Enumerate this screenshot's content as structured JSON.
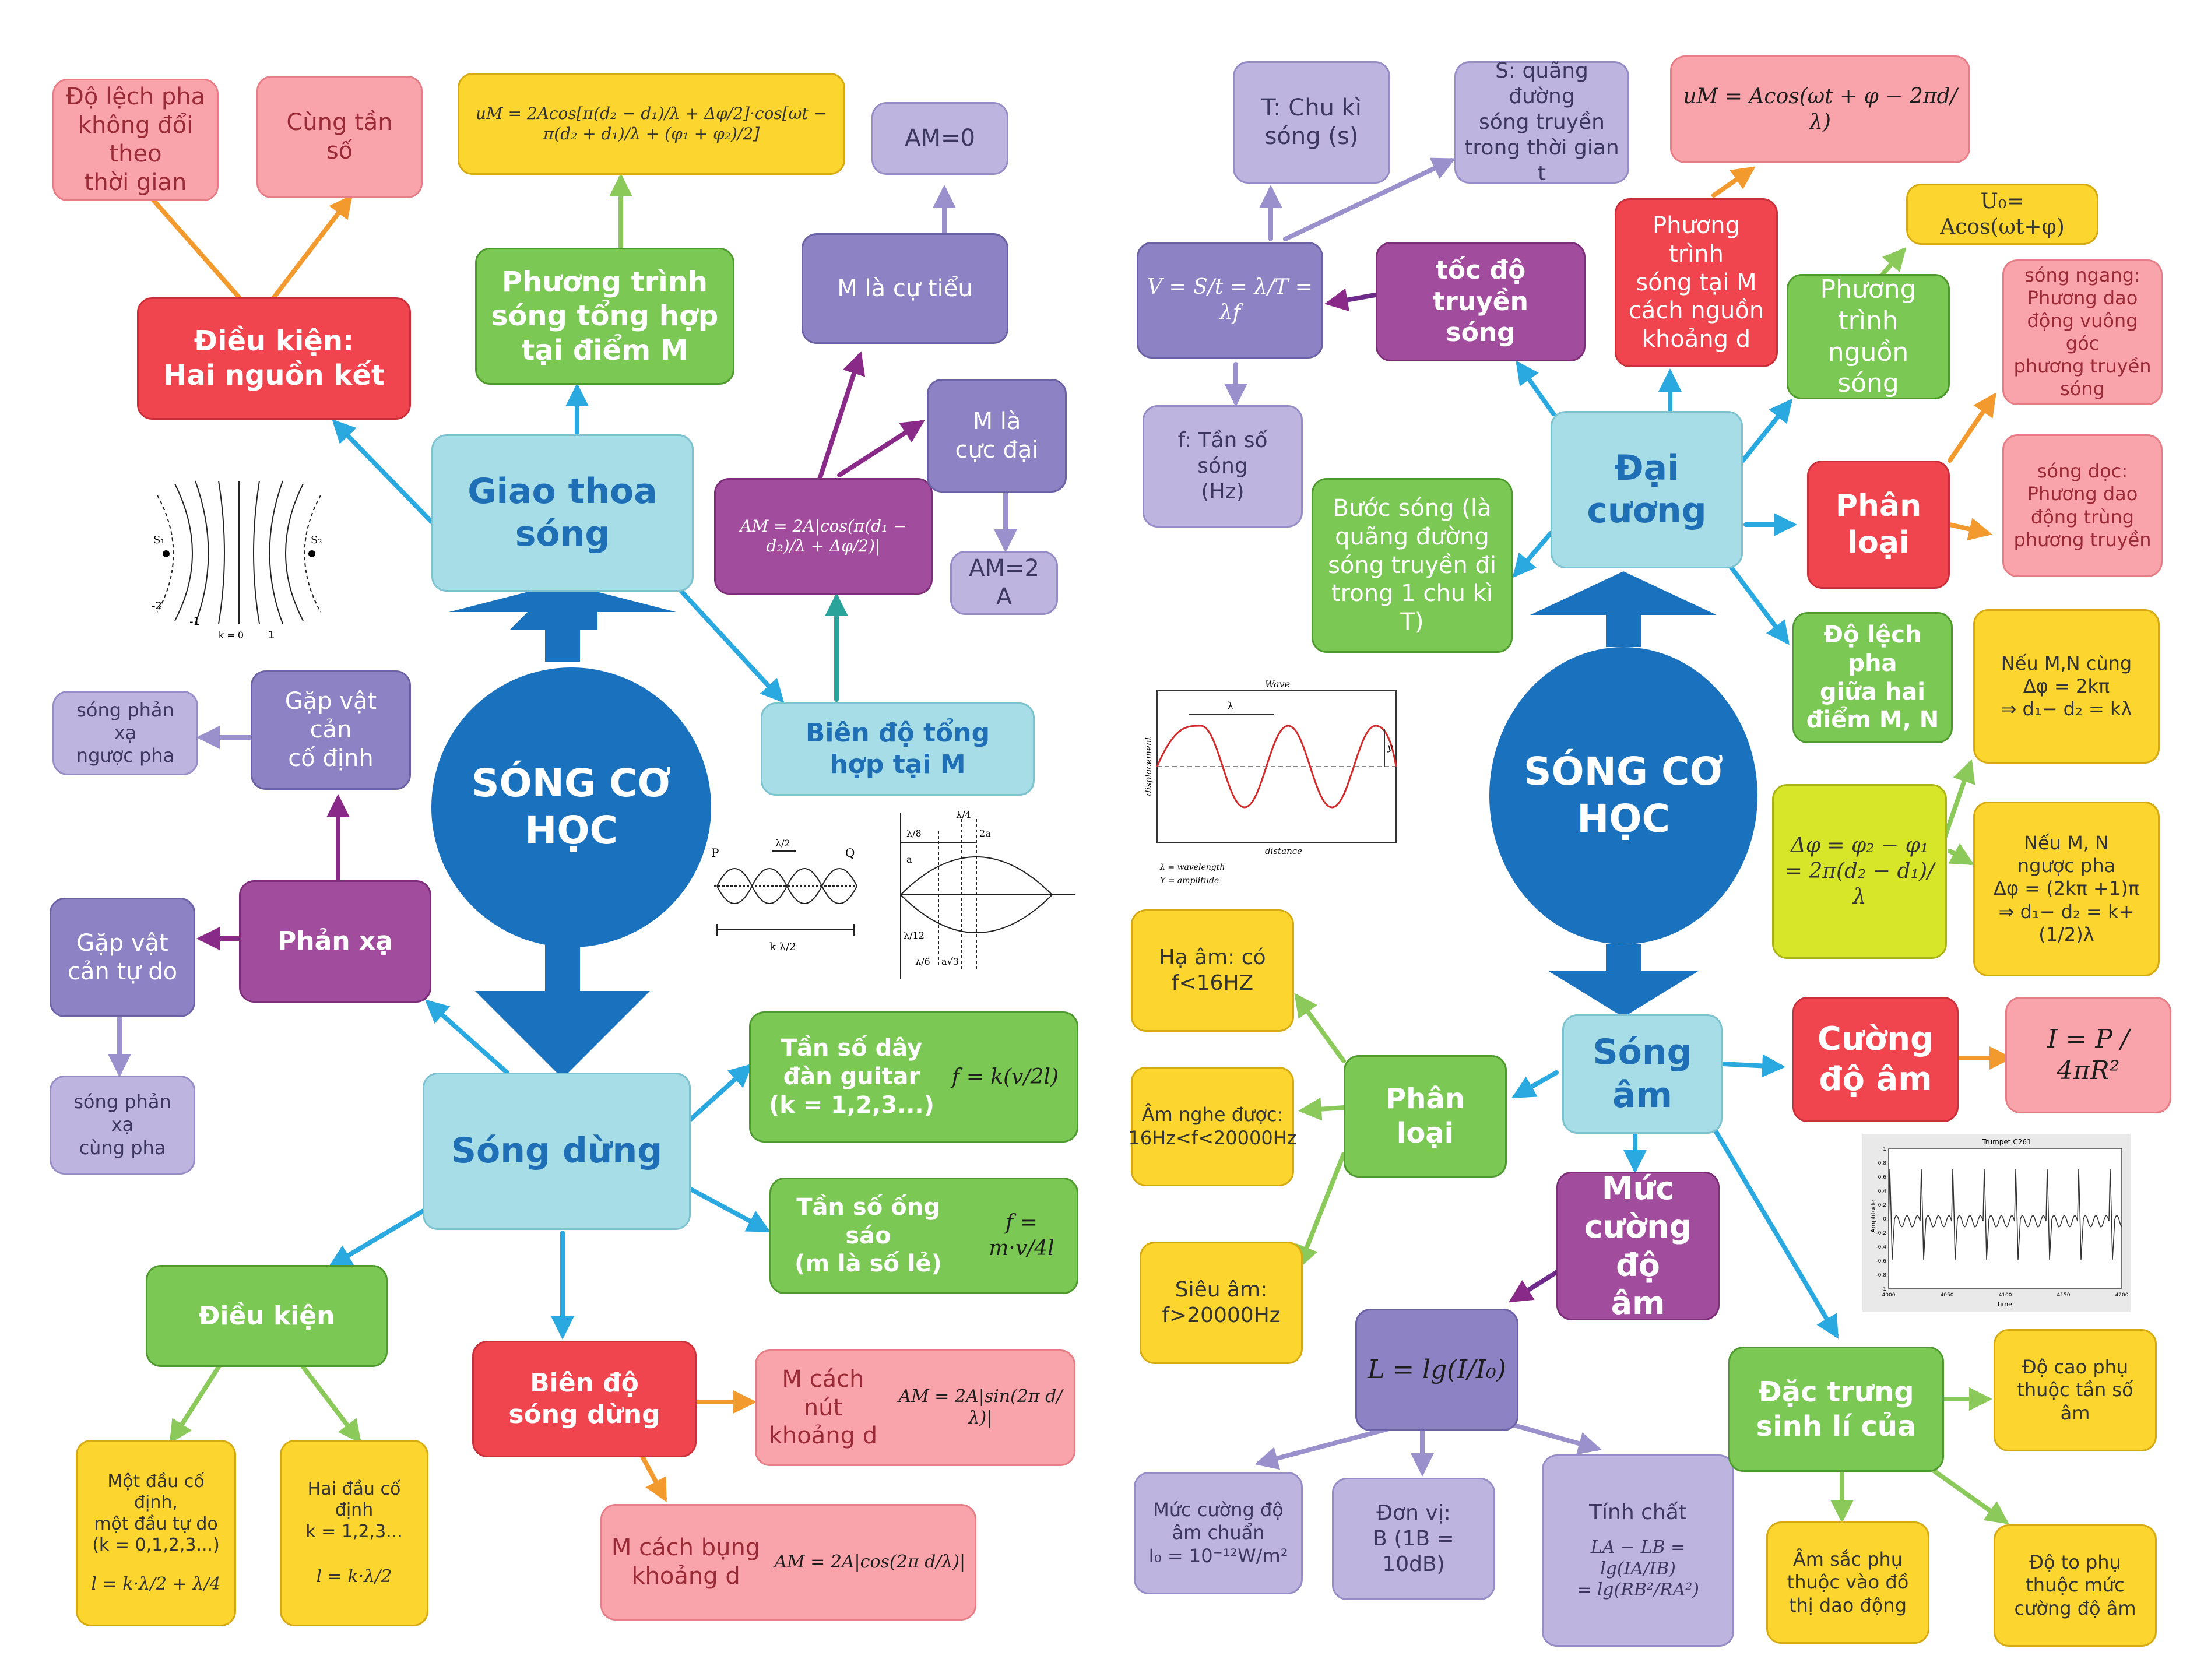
{
  "center_left": {
    "label": "SÓNG CƠ\nHỌC"
  },
  "center_right": {
    "label": "SÓNG CƠ\nHỌC"
  },
  "left": {
    "giao_thoa": {
      "label": "Giao thoa\nsóng"
    },
    "dieu_kien_hai_nguon": {
      "label": "Điều kiện:\nHai nguồn kết"
    },
    "do_lech_pha": {
      "label": "Độ lệch pha\nkhông đổi theo\nthời gian"
    },
    "cung_tan_so": {
      "label": "Cùng tần\nsố"
    },
    "phuong_trinh_tong_hop": {
      "label": "Phương trình\nsóng tổng hợp\ntại điểm M"
    },
    "formula_uM": {
      "label": "uM = 2Acos[π(d₂ − d₁)/λ + Δφ/2]·cos[ωt − π(d₂ + d₁)/λ + (φ₁ + φ₂)/2]"
    },
    "bien_do_tong_hop": {
      "label": "Biên độ tổng\nhợp tại M"
    },
    "formula_AM": {
      "label": "AM = 2A|cos(π(d₁ − d₂)/λ + Δφ/2)|"
    },
    "cuc_tieu": {
      "label": "M là cự tiểu"
    },
    "am_zero": {
      "label": "AM=0"
    },
    "cuc_dai": {
      "label": "M là\ncực đại"
    },
    "am_2a": {
      "label": "AM=2 A"
    },
    "phan_xa": {
      "label": "Phản xạ"
    },
    "vat_can_co_dinh": {
      "label": "Gặp vật cản\ncố định"
    },
    "nguoc_pha": {
      "label": "sóng phản xạ\nngược pha"
    },
    "vat_can_tu_do": {
      "label": "Gặp vật\ncản tự do"
    },
    "cung_pha": {
      "label": "sóng phản xạ\ncùng pha"
    },
    "song_dung": {
      "label": "Sóng dừng"
    },
    "tan_so_day": {
      "label": "Tần số dây\nđàn guitar\n(k = 1,2,3...)",
      "formula": "f = k(v/2l)"
    },
    "tan_so_ong": {
      "label": "Tần số ống sáo\n(m là số lẻ)",
      "formula": "f = m·v/4l"
    },
    "dieu_kien": {
      "label": "Điều kiện"
    },
    "mot_dau": {
      "label": "Một đầu cố định,\nmột đầu tự do\n(k = 0,1,2,3...)",
      "formula": "l = k·λ/2 + λ/4"
    },
    "hai_dau": {
      "label": "Hai đầu cố định\nk = 1,2,3...",
      "formula": "l = k·λ/2"
    },
    "bien_do_song_dung": {
      "label": "Biên độ\nsóng dừng"
    },
    "cach_nut": {
      "label": "M cách nút\nkhoảng d",
      "formula": "AM = 2A|sin(2π d/λ)|"
    },
    "cach_bung": {
      "label": "M cách bụng\nkhoảng d",
      "formula": "AM = 2A|cos(2π d/λ)|"
    }
  },
  "right": {
    "dai_cuong": {
      "label": "Đại\ncương"
    },
    "toc_do": {
      "label": "tốc độ truyền\nsóng"
    },
    "formula_v": {
      "label": "V = S/t = λ/T = λf"
    },
    "chu_ki": {
      "label": "T: Chu kì\nsóng (s)"
    },
    "quang_duong": {
      "label": "S: quãng đường\nsóng truyền\ntrong thời gian t"
    },
    "tan_so": {
      "label": "f: Tần số sóng\n(Hz)"
    },
    "buoc_song": {
      "label": "Bước sóng (là\nquãng đường\nsóng truyền đi\ntrong 1 chu kì T)"
    },
    "pt_tai_M": {
      "label": "Phương trình\nsóng tại M\ncách nguồn\nkhoảng d"
    },
    "formula_uM": {
      "label": "uM = Acos(ωt + φ − 2πd/λ)"
    },
    "pt_nguon": {
      "label": "Phương trình\nnguồn sóng"
    },
    "formula_u0": {
      "label": "U₀= Acos(ωt+φ)"
    },
    "phan_loai": {
      "label": "Phân loại"
    },
    "song_ngang": {
      "label": "sóng ngang:\nPhương dao\nđộng vuông góc\nphương truyền\nsóng"
    },
    "song_doc": {
      "label": "sóng dọc:\nPhương dao\nđộng trùng\nphương truyền"
    },
    "lech_pha": {
      "label": "Độ lệch pha\ngiữa hai\nđiểm M, N"
    },
    "formula_dphi": {
      "label": "Δφ = φ₂ − φ₁\n= 2π(d₂ − d₁)/λ"
    },
    "cung_pha": {
      "label": "Nếu M,N cùng\nΔφ = 2kπ\n⇒ d₁− d₂ = kλ"
    },
    "nguoc_pha": {
      "label": "Nếu M, N\nngược pha\nΔφ = (2kπ +1)π\n⇒ d₁− d₂ = k+(1/2)λ"
    },
    "song_am": {
      "label": "Sóng\nâm"
    },
    "phan_loai_am": {
      "label": "Phân loại"
    },
    "ha_am": {
      "label": "Hạ âm: có\nf<16HZ"
    },
    "am_nghe": {
      "label": "Âm nghe được:\n16Hz<f<20000Hz"
    },
    "sieu_am": {
      "label": "Siêu âm:\nf>20000Hz"
    },
    "cuong_do": {
      "label": "Cường\nđộ âm"
    },
    "formula_I": {
      "label": "I = P / 4πR²"
    },
    "muc_cuong_do": {
      "label": "Mức\ncường độ\nâm"
    },
    "formula_L": {
      "label": "L = lg(I/I₀)"
    },
    "muc_chuan": {
      "label": "Mức cường độ\nâm chuẩn\nI₀ = 10⁻¹²W/m²"
    },
    "don_vi": {
      "label": "Đơn vị:\nB (1B = 10dB)"
    },
    "tinh_chat": {
      "label": "Tính chất",
      "formula": "LA − LB = lg(IA/IB)\n= lg(RB²/RA²)"
    },
    "dac_trung": {
      "label": "Đặc trưng\nsinh lí của"
    },
    "do_cao": {
      "label": "Độ cao phụ\nthuộc tần số\nâm"
    },
    "am_sac": {
      "label": "Âm sắc phụ\nthuộc vào đồ\nthị dao động"
    },
    "do_to": {
      "label": "Độ to phụ\nthuộc mức\ncường độ âm"
    }
  },
  "figures": {
    "hyperbola": {
      "s1": "S₁",
      "s2": "S₂",
      "k_label": "k = 0",
      "n2": "-2",
      "n1": "-1",
      "p1": "1"
    },
    "standing_wave": {
      "p": "P",
      "q": "Q",
      "lam2": "λ/2",
      "k_lam2": "k λ/2"
    },
    "standing_wave_2": {
      "l4": "λ/4",
      "l8": "λ/8",
      "a2": "2a",
      "l12": "λ/12",
      "l6": "λ/6",
      "a": "a",
      "a3": "a√3"
    },
    "wave_plot": {
      "title": "Wave",
      "ylabel": "displacement",
      "xlabel": "distance",
      "lambda": "λ",
      "y": "y",
      "legend1": "λ = wavelength",
      "legend2": "Y = amplitude"
    },
    "trumpet": {
      "title": "Trumpet C261",
      "ylabel": "Amplitude",
      "xlabel": "Time",
      "yticks": [
        "1",
        "0.8",
        "0.6",
        "0.4",
        "0.2",
        "0",
        "-0.2",
        "-0.4",
        "-0.6",
        "-0.8",
        "-1"
      ],
      "xticks": [
        "4000",
        "4050",
        "4100",
        "4150",
        "4200"
      ]
    }
  },
  "colors": {
    "red": "#f0454f",
    "pink": "#f9a4ab",
    "green": "#7bc855",
    "cyan": "#a6dde6",
    "violet": "#8c82c4",
    "lavender": "#bdb5e0",
    "purple": "#a24c9e",
    "yellow": "#fcd52f",
    "lime": "#d8e62a",
    "blue": "#1a71be"
  }
}
